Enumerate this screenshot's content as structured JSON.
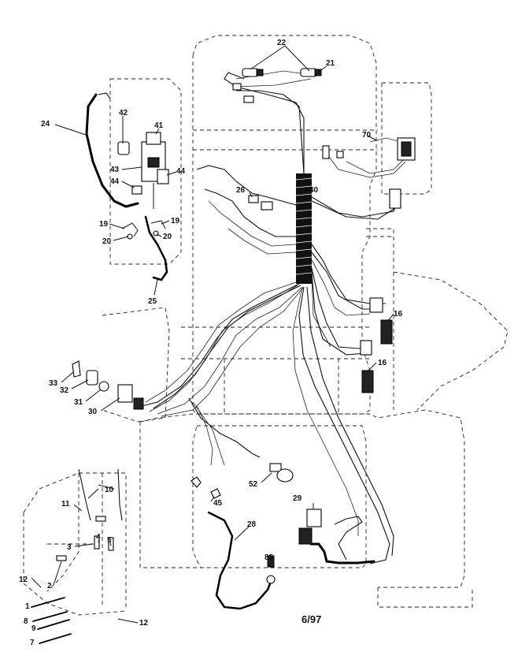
{
  "diagram": {
    "date_code": "6/97",
    "callouts": {
      "c22": "22",
      "c21": "21",
      "c24": "24",
      "c42": "42",
      "c41": "41",
      "c70": "70",
      "c43": "43",
      "c44a": "44",
      "c44b": "44",
      "c26": "26",
      "c40": "40",
      "c19a": "19",
      "c19b": "19",
      "c20a": "20",
      "c20b": "20",
      "c25": "25",
      "c16a": "16",
      "c16b": "16",
      "c33": "33",
      "c32": "32",
      "c31": "31",
      "c30": "30",
      "c10": "10",
      "c11": "11",
      "c52": "52",
      "c45": "45",
      "c28": "28",
      "c29": "29",
      "c3": "3",
      "c4": "4",
      "c5": "5",
      "c85": "85",
      "c12a": "12",
      "c2": "2",
      "c1": "1",
      "c8": "8",
      "c9": "9",
      "c7": "7",
      "c12b": "12"
    }
  }
}
